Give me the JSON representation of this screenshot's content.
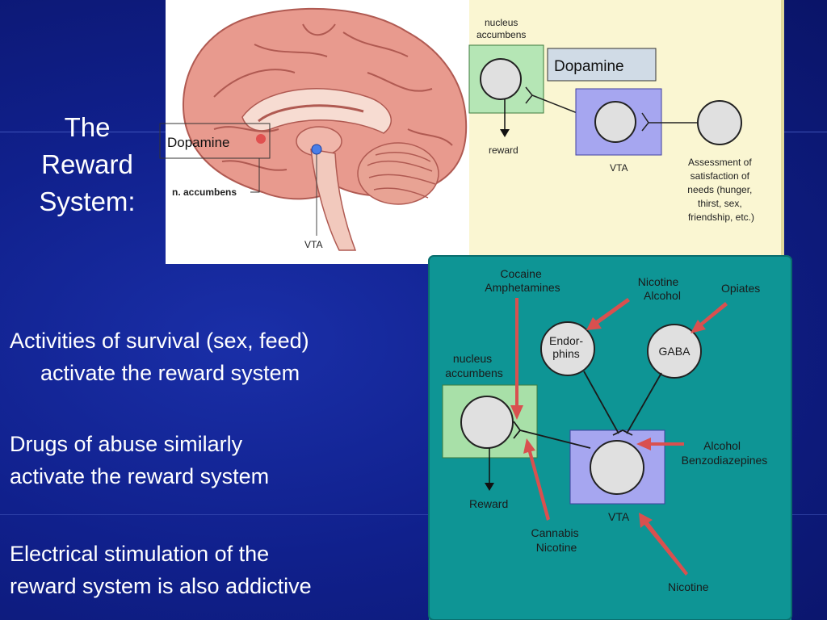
{
  "slide": {
    "title_lines": [
      "The",
      "Reward",
      "System:"
    ],
    "bullets": [
      {
        "lines": [
          "Activities of survival (sex, feed)",
          "activate the reward system"
        ]
      },
      {
        "lines": [
          "Drugs of abuse similarly",
          "activate the reward system"
        ]
      },
      {
        "lines": [
          "Electrical stimulation of the",
          "reward system is also addictive"
        ]
      }
    ]
  },
  "figure_top": {
    "brain_labels": {
      "dopamine": "Dopamine",
      "n_accumbens": "n. accumbens",
      "vta": "VTA"
    },
    "diagram": {
      "nucleus_accumbens": "nucleus\naccumbens",
      "dopamine": "Dopamine",
      "reward": "reward",
      "vta": "VTA",
      "assessment": "Assessment of\nsatisfaction of\nneeds (hunger,\nthirst, sex,\nfriendship, etc.)"
    },
    "colors": {
      "background": "#faf6d2",
      "nucleus_box": "#b5e6b5",
      "vta_box": "#a6a6f0"
    }
  },
  "figure_bottom": {
    "labels": {
      "cocaine": "Cocaine\nAmphetamines",
      "nicotine_alcohol": "Nicotine\nAlcohol",
      "opiates": "Opiates",
      "endorphins": "Endor-\nphins",
      "gaba": "GABA",
      "nucleus_accumbens": "nucleus\naccumbens",
      "alcohol_benzo": "Alcohol\nBenzodiazepines",
      "reward": "Reward",
      "vta": "VTA",
      "cannabis_nicotine": "Cannabis\nNicotine",
      "nicotine": "Nicotine"
    },
    "colors": {
      "background": "#0e9595",
      "arrow": "#d9504f",
      "nucleus_box": "#a8e0a8",
      "vta_box": "#a6a6f0"
    }
  }
}
